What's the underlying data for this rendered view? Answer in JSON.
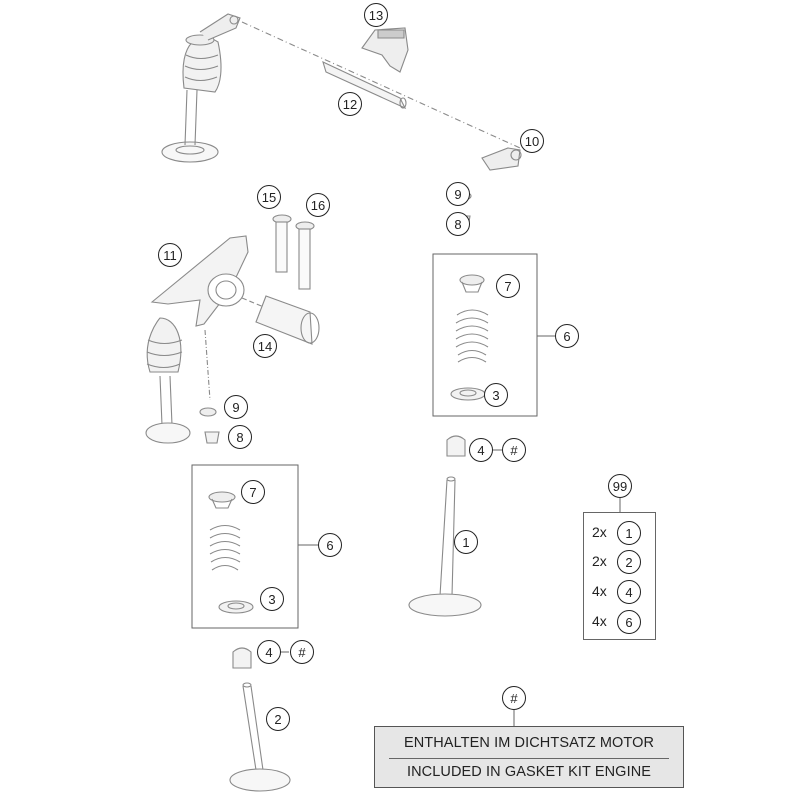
{
  "diagram": {
    "title": "Valve drive exploded view",
    "callouts": {
      "c13": "13",
      "c12": "12",
      "c10": "10",
      "c15": "15",
      "c16": "16",
      "c11": "11",
      "c14": "14",
      "c9_right": "9",
      "c8_right": "8",
      "c7_right": "7",
      "c6_right": "6",
      "c3_right": "3",
      "c4_right": "4",
      "hash_right": "#",
      "c9_left": "9",
      "c8_left": "8",
      "c7_left": "7",
      "c6_left": "6",
      "c3_left": "3",
      "c4_left": "4",
      "hash_left": "#",
      "c1": "1",
      "c2": "2",
      "c99": "99",
      "hash_legend": "#"
    },
    "kit99": {
      "items": [
        {
          "qty": "2x",
          "part": "1"
        },
        {
          "qty": "2x",
          "part": "2"
        },
        {
          "qty": "4x",
          "part": "4"
        },
        {
          "qty": "4x",
          "part": "6"
        }
      ]
    },
    "legend": {
      "line_de": "ENTHALTEN IM DICHTSATZ MOTOR",
      "line_en": "INCLUDED IN GASKET KIT ENGINE"
    }
  },
  "colors": {
    "outline": "#8a8a8a",
    "callout_stroke": "#222222",
    "legend_fill": "#e6e6e6"
  }
}
